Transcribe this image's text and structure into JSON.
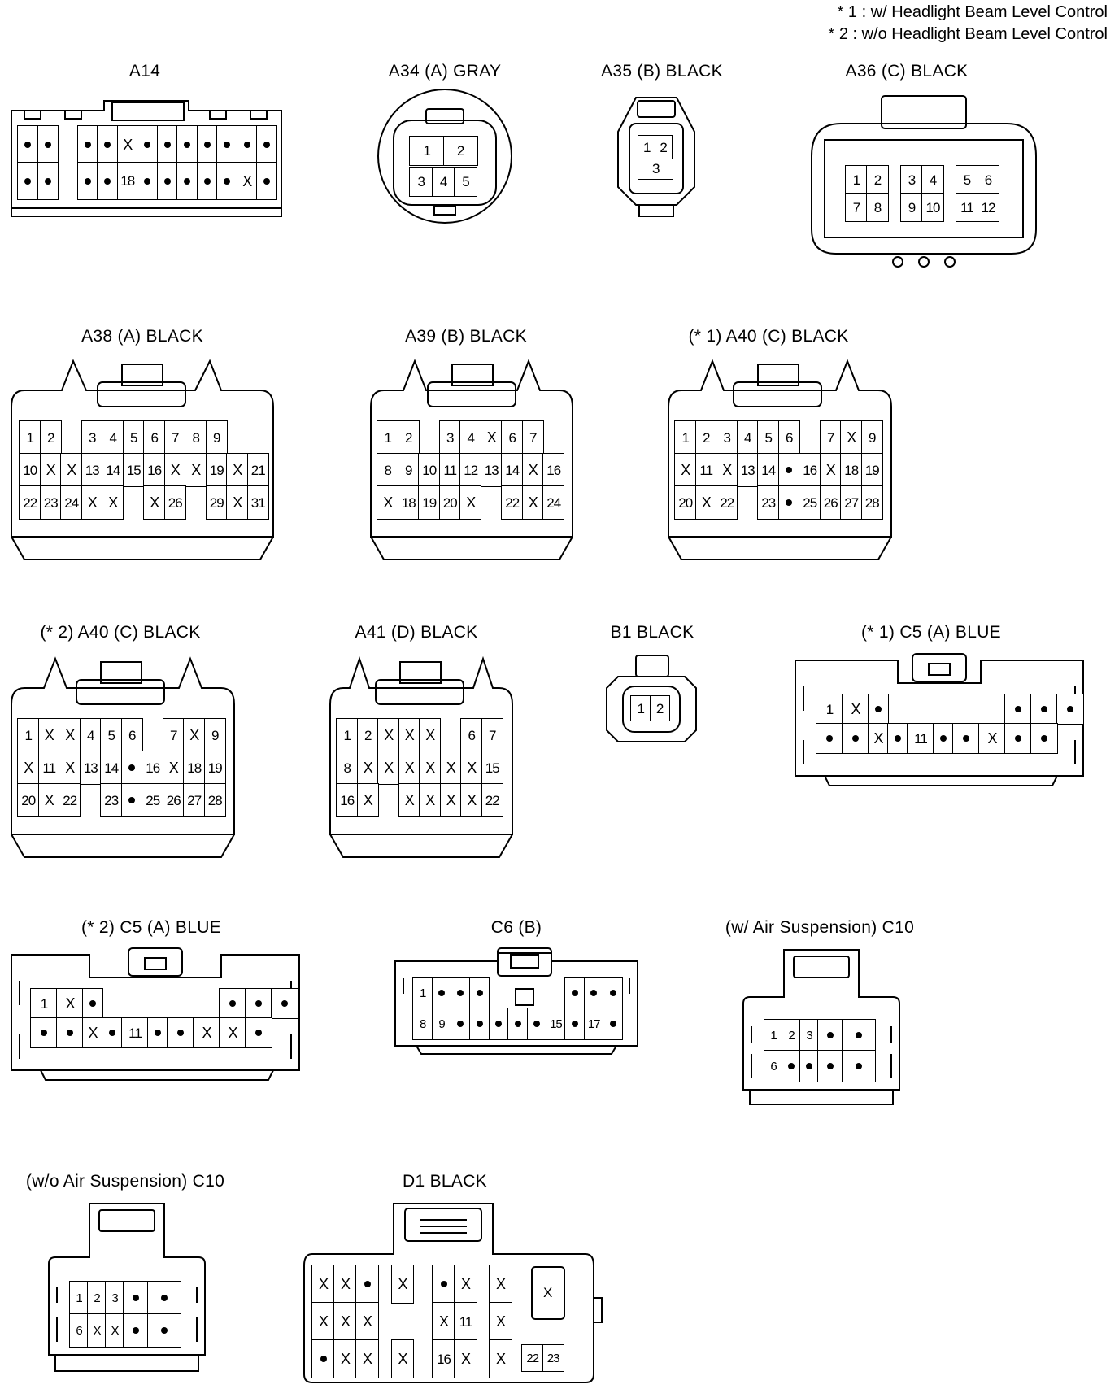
{
  "legend": [
    "* 1 : w/ Headlight Beam Level Control",
    "* 2 : w/o Headlight Beam Level Control"
  ],
  "connectors": {
    "a14": {
      "label": "A14",
      "rows": [
        [
          "•",
          "•",
          "",
          "•",
          "•",
          "X",
          "•",
          "•",
          "•",
          "•",
          "•",
          "•",
          "•"
        ],
        [
          "•",
          "•",
          "",
          "•",
          "•",
          "18",
          "•",
          "•",
          "•",
          "•",
          "•",
          "X",
          "•"
        ]
      ]
    },
    "a34": {
      "label": "A34 (A)  GRAY",
      "pins": [
        "1",
        "2",
        "3",
        "4",
        "5"
      ]
    },
    "a35": {
      "label": "A35 (B)  BLACK",
      "pins": [
        "1",
        "2",
        "3"
      ]
    },
    "a36": {
      "label": "A36 (C)  BLACK",
      "rows": [
        [
          "1",
          "2",
          "",
          "3",
          "4",
          "",
          "5",
          "6"
        ],
        [
          "7",
          "8",
          "",
          "9",
          "10",
          "",
          "11",
          "12"
        ]
      ]
    },
    "a38": {
      "label": "A38 (A)  BLACK",
      "rows": [
        [
          "1",
          "2",
          "",
          "3",
          "4",
          "5",
          "6",
          "7",
          "8",
          "9"
        ],
        [
          "10",
          "X",
          "X",
          "13",
          "14",
          "15",
          "16",
          "X",
          "X",
          "19",
          "X",
          "21"
        ],
        [
          "22",
          "23",
          "24",
          "X",
          "X",
          "",
          "X",
          "26",
          "",
          "29",
          "X",
          "31"
        ]
      ]
    },
    "a39": {
      "label": "A39 (B)  BLACK",
      "rows": [
        [
          "1",
          "2",
          "",
          "3",
          "4",
          "X",
          "6",
          "7"
        ],
        [
          "8",
          "9",
          "10",
          "11",
          "12",
          "13",
          "14",
          "X",
          "16"
        ],
        [
          "X",
          "18",
          "19",
          "20",
          "X",
          "",
          "22",
          "X",
          "24"
        ]
      ]
    },
    "a40_1": {
      "label": "(* 1)  A40 (C)  BLACK",
      "rows": [
        [
          "1",
          "2",
          "3",
          "4",
          "5",
          "6",
          "",
          "7",
          "X",
          "9"
        ],
        [
          "X",
          "11",
          "X",
          "13",
          "14",
          "•",
          "16",
          "X",
          "18",
          "19"
        ],
        [
          "20",
          "X",
          "22",
          "",
          "23",
          "•",
          "25",
          "26",
          "27",
          "28"
        ]
      ]
    },
    "a40_2": {
      "label": "(* 2)  A40 (C)  BLACK",
      "rows": [
        [
          "1",
          "X",
          "X",
          "4",
          "5",
          "6",
          "",
          "7",
          "X",
          "9"
        ],
        [
          "X",
          "11",
          "X",
          "13",
          "14",
          "•",
          "16",
          "X",
          "18",
          "19"
        ],
        [
          "20",
          "X",
          "22",
          "",
          "23",
          "•",
          "25",
          "26",
          "27",
          "28"
        ]
      ]
    },
    "a41": {
      "label": "A41 (D)  BLACK",
      "rows": [
        [
          "1",
          "2",
          "X",
          "X",
          "X",
          "",
          "6",
          "7"
        ],
        [
          "8",
          "X",
          "X",
          "X",
          "X",
          "X",
          "X",
          "15"
        ],
        [
          "16",
          "X",
          "",
          "X",
          "X",
          "X",
          "X",
          "22"
        ]
      ]
    },
    "b1": {
      "label": "B1  BLACK",
      "pins": [
        "1",
        "2"
      ]
    },
    "c5_1": {
      "label": "(* 1)  C5 (A)  BLUE",
      "rows": [
        [
          "1",
          "X",
          "•",
          "",
          "",
          "",
          "",
          "",
          "•",
          "•",
          "•"
        ],
        [
          "•",
          "•",
          "X",
          "•",
          "11",
          "•",
          "•",
          "X",
          "•",
          "•",
          ""
        ]
      ]
    },
    "c5_2": {
      "label": "(* 2)  C5 (A)  BLUE",
      "rows": [
        [
          "1",
          "X",
          "•",
          "",
          "",
          "",
          "",
          "",
          "•",
          "•",
          "•"
        ],
        [
          "•",
          "•",
          "X",
          "•",
          "11",
          "•",
          "•",
          "X",
          "X",
          "•",
          ""
        ]
      ]
    },
    "c6": {
      "label": "C6 (B)",
      "rows": [
        [
          "1",
          "•",
          "•",
          "•",
          "",
          "",
          "",
          "",
          "•",
          "•",
          "•"
        ],
        [
          "8",
          "9",
          "•",
          "•",
          "•",
          "•",
          "•",
          "15",
          "•",
          "17",
          "•"
        ]
      ]
    },
    "c10_w": {
      "label": "(w/ Air Suspension)  C10",
      "rows": [
        [
          "1",
          "2",
          "3",
          "•",
          "•"
        ],
        [
          "6",
          "•",
          "•",
          "•",
          "•"
        ]
      ]
    },
    "c10_wo": {
      "label": "(w/o Air Suspension)  C10",
      "rows": [
        [
          "1",
          "2",
          "3",
          "•",
          "•"
        ],
        [
          "6",
          "X",
          "X",
          "•",
          "•"
        ]
      ]
    },
    "d1": {
      "label": "D1  BLACK",
      "left": [
        [
          "X",
          "X",
          "•"
        ],
        [
          "X",
          "X",
          "X"
        ],
        [
          "•",
          "X",
          "X"
        ]
      ],
      "mid": [
        [
          "X"
        ],
        [
          ""
        ],
        [
          "X"
        ]
      ],
      "right": [
        [
          "•",
          "X"
        ],
        [
          "X",
          "11"
        ],
        [
          "16",
          "X"
        ]
      ],
      "col": [
        [
          "X"
        ],
        [
          "X"
        ],
        [
          "X"
        ]
      ],
      "side": "X",
      "small": [
        "22",
        "23"
      ]
    }
  }
}
